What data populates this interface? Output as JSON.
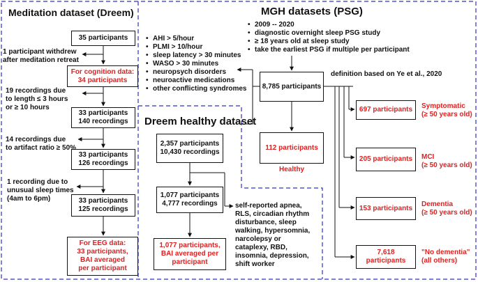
{
  "colors": {
    "accent_red": "#e02020",
    "frame_blue": "#3030c0",
    "line": "#111111"
  },
  "sections": {
    "meditation": "Meditation dataset (Dreem)",
    "mgh": "MGH datasets (PSG)",
    "healthy": "Dreem healthy dataset"
  },
  "meditation": {
    "box1": "35 participants",
    "excl1": [
      "1 participant withdrew",
      "after meditation retreat"
    ],
    "box2": [
      "For cognition data:",
      "34 participants"
    ],
    "excl2": [
      "19 recordings due",
      "to length ≤ 3 hours",
      "or ≥ 10 hours"
    ],
    "box3": [
      "33 participants",
      "140 recordings"
    ],
    "excl3": [
      "14 recordings due",
      "to artifact ratio ≥ 50%"
    ],
    "box4": [
      "33 participants",
      "126 recordings"
    ],
    "excl4": [
      "1 recording due to",
      "unusual sleep times",
      "(4am to 6pm)"
    ],
    "box5": [
      "33 participants",
      "125 recordings"
    ],
    "box6": [
      "For EEG data:",
      "33 participants,",
      "BAI averaged",
      "per participant"
    ]
  },
  "mgh": {
    "criteria": [
      "2009 -- 2020",
      "diagnostic overnight sleep PSG study",
      "≥ 18 years old at sleep study",
      "take the earliest PSG if multiple per participant"
    ],
    "exclusions": [
      "AHI > 5/hour",
      "PLMI > 10/hour",
      "sleep latency > 30 minutes",
      "WASO > 30 minutes",
      "neuropsych disorders",
      "neuroactive medications",
      "other conflicting syndromes"
    ],
    "definition_note": "definition based on Ye et al., 2020",
    "main_box": "8,785 participants",
    "healthy_box": "112 participants",
    "healthy_label": "Healthy",
    "groups": [
      {
        "count": "697 participants",
        "label": [
          "Symptomatic",
          "(≥ 50 years old)"
        ]
      },
      {
        "count": "205 participants",
        "label": [
          "MCI",
          "(≥ 50 years old)"
        ]
      },
      {
        "count": "153 participants",
        "label": [
          "Dementia",
          "(≥ 50 years old)"
        ]
      },
      {
        "count": "7,618 participants",
        "label": [
          "\"No dementia\"",
          "(all others)"
        ]
      }
    ]
  },
  "healthy": {
    "box1": [
      "2,357 participants",
      "10,430 recordings"
    ],
    "box2": [
      "1,077 participants",
      "4,777 recordings"
    ],
    "box3": [
      "1,077 participants,",
      "BAI averaged per",
      "participant"
    ],
    "exclusions": [
      "self-reported apnea,",
      "RLS, circadian rhythm",
      "disturbance, sleep",
      "walking, hypersomnia,",
      "narcolepsy or",
      "cataplexy, RBD,",
      "insomnia, depression,",
      "shift worker"
    ]
  }
}
